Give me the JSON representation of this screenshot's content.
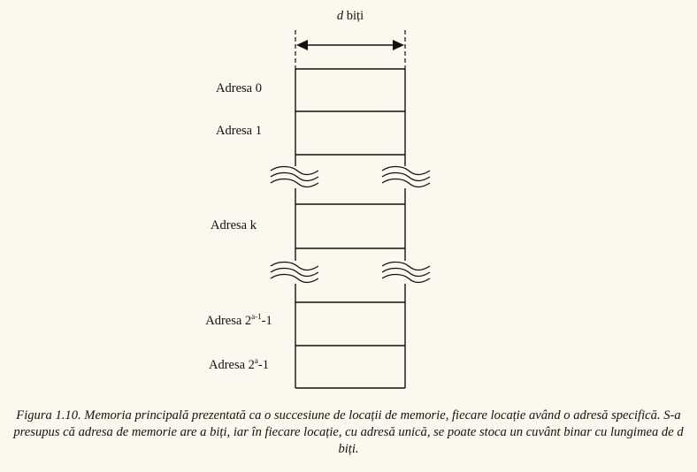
{
  "diagram": {
    "width_label": {
      "var": "d",
      "text": "biți"
    },
    "addresses": [
      {
        "id": "0",
        "parts": [
          "Adresa 0"
        ]
      },
      {
        "id": "1",
        "parts": [
          "Adresa 1"
        ]
      },
      {
        "id": "k",
        "parts": [
          "Adresa k"
        ]
      },
      {
        "id": "2a-1-1",
        "parts": [
          "Adresa 2",
          "a-1",
          "-1"
        ]
      },
      {
        "id": "2a-1",
        "parts": [
          "Adresa 2",
          "a",
          "-1"
        ]
      }
    ]
  },
  "caption": "Figura 1.10. Memoria principală prezentată ca o succesiune de locații de memorie, fiecare locație având o adresă specifică. S-a presupus că adresa de memorie are a biți, iar în fiecare locație, cu adresă unică, se poate stoca un cuvânt binar cu lungimea de d biți."
}
